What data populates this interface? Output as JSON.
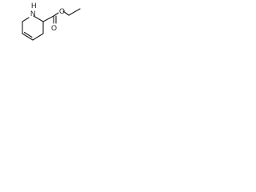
{
  "molecule": {
    "atoms": [
      {
        "id": "n1",
        "element": "N",
        "label": "H"
      },
      {
        "id": "c2",
        "element": "C"
      },
      {
        "id": "c3",
        "element": "C"
      },
      {
        "id": "c4",
        "element": "C"
      },
      {
        "id": "c5",
        "element": "C"
      },
      {
        "id": "c6",
        "element": "C"
      },
      {
        "id": "c7",
        "element": "C"
      },
      {
        "id": "o8",
        "element": "O"
      },
      {
        "id": "o9",
        "element": "O"
      },
      {
        "id": "c10",
        "element": "C"
      },
      {
        "id": "c11",
        "element": "C"
      }
    ],
    "bonds": [
      {
        "from": "n1",
        "to": "c2",
        "order": 1
      },
      {
        "from": "c2",
        "to": "c3",
        "order": 1
      },
      {
        "from": "c3",
        "to": "c4",
        "order": 1
      },
      {
        "from": "c4",
        "to": "c5",
        "order": 2
      },
      {
        "from": "c5",
        "to": "c6",
        "order": 1
      },
      {
        "from": "c6",
        "to": "n1",
        "order": 1
      },
      {
        "from": "c2",
        "to": "c7",
        "order": 1
      },
      {
        "from": "c7",
        "to": "o8",
        "order": 2
      },
      {
        "from": "c7",
        "to": "o9",
        "order": 1
      },
      {
        "from": "o9",
        "to": "c10",
        "order": 1
      },
      {
        "from": "c10",
        "to": "c11",
        "order": 1
      }
    ],
    "labels": {
      "nh": "H\nN",
      "nh_h": "H",
      "nh_n": "N",
      "o_carbonyl": "O",
      "o_ester": "O"
    }
  }
}
